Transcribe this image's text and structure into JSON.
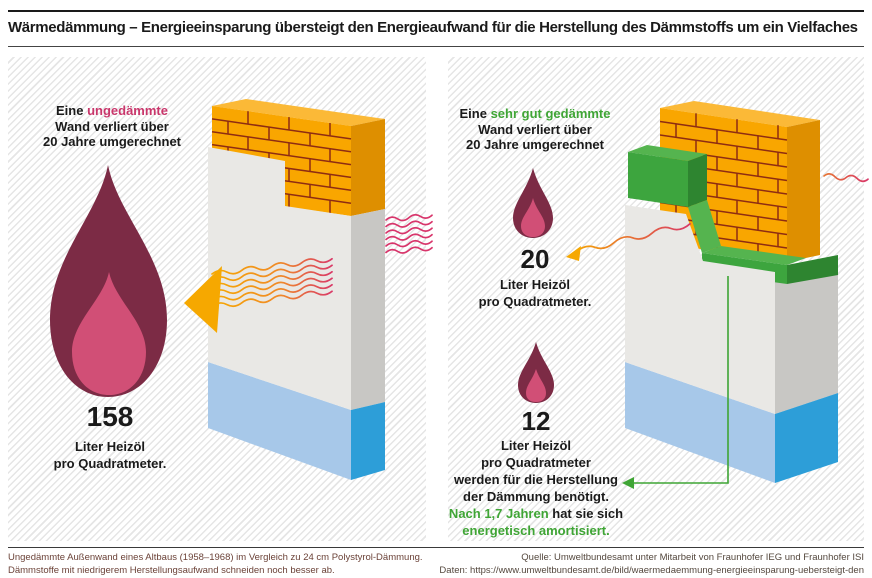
{
  "title": "Wärmedämmung – Energieeinsparung übersteigt den Energieaufwand für die Herstellung des Dämmstoffs um ein Vielfaches",
  "colors": {
    "highlight_pink": "#C9366B",
    "highlight_green": "#3FA535",
    "heat_orange": "#F6A800",
    "heat_pink": "#D8356B",
    "drop_outer": "#7C2B45",
    "drop_inner": "#D14F76",
    "brick_orange": "#F9A600",
    "insulation_green": "#3DA53E",
    "base_blue_light": "#A7C8E9",
    "base_blue_dark": "#2D9ED8",
    "note_color": "#6B4238"
  },
  "left_panel": {
    "headline": {
      "prefix": "Eine ",
      "highlight": "ungedämmte",
      "line2": "Wand verliert über",
      "line3": "20 Jahre umgerechnet"
    },
    "value": "158",
    "unit_line1": "Liter Heizöl",
    "unit_line2": "pro Quadratmeter."
  },
  "right_panel": {
    "headline": {
      "prefix": "Eine ",
      "highlight": "sehr gut gedämmte",
      "line2": "Wand verliert über",
      "line3": "20 Jahre umgerechnet"
    },
    "drop20": {
      "value": "20",
      "unit_line1": "Liter Heizöl",
      "unit_line2": "pro Quadratmeter."
    },
    "drop12": {
      "value": "12",
      "line1": "Liter Heizöl",
      "line2": "pro Quadratmeter",
      "line3": "werden für die Herstellung",
      "line4": "der Dämmung benötigt.",
      "line5_green": "Nach 1,7 Jahren",
      "line5_black": " hat sie sich",
      "line6_green": "energetisch amortisiert."
    }
  },
  "footer": {
    "note_line1": "Ungedämmte Außenwand eines Altbaus (1958–1968) im Vergleich zu 24 cm Polystyrol-Dämmung.",
    "note_line2": "Dämmstoffe mit niedrigerem Herstellungsaufwand schneiden noch besser ab.",
    "source_line1": "Quelle: Umweltbundesamt unter Mitarbeit von Fraunhofer IEG und Fraunhofer ISI",
    "source_line2": "Daten: https://www.umweltbundesamt.de/bild/waermedaemmung-energieeinsparung-uebersteigt-den"
  }
}
